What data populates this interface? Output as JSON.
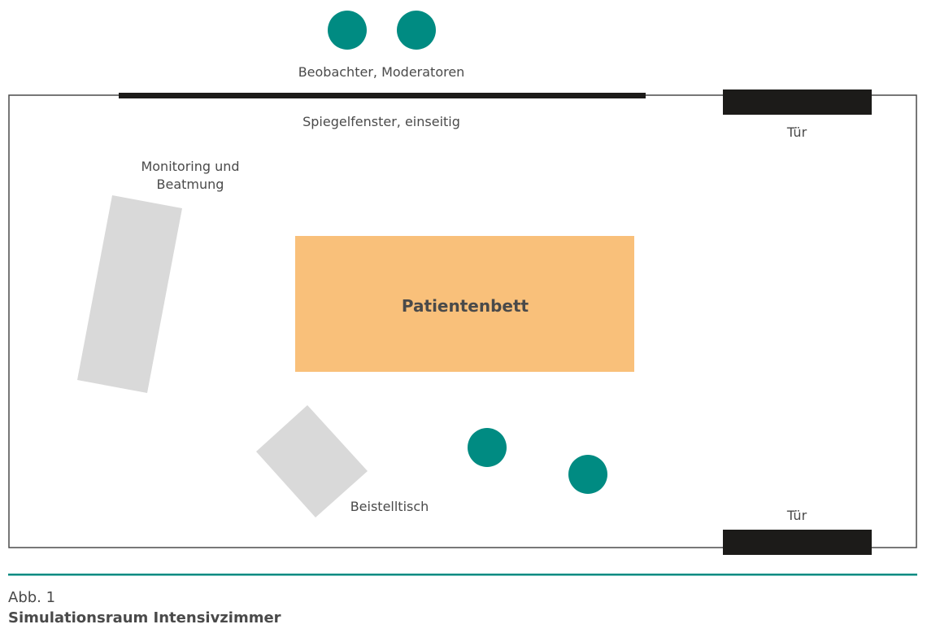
{
  "colors": {
    "teal": "#008b82",
    "bed": "#f9c07a",
    "furniture": "#d9d9d9",
    "door": "#1c1b19",
    "wall": "#4a4a4a",
    "rule": "#008b82"
  },
  "labels": {
    "observers": "Beobachter, Moderatoren",
    "mirror_window": "Spiegelfenster, einseitig",
    "door_top": "Tür",
    "door_bottom": "Tür",
    "monitoring_line1": "Monitoring und",
    "monitoring_line2": "Beatmung",
    "bed": "Patientenbett",
    "side_table": "Beistelltisch"
  },
  "caption": {
    "number": "Abb. 1",
    "title": "Simulationsraum Intensivzimmer"
  }
}
